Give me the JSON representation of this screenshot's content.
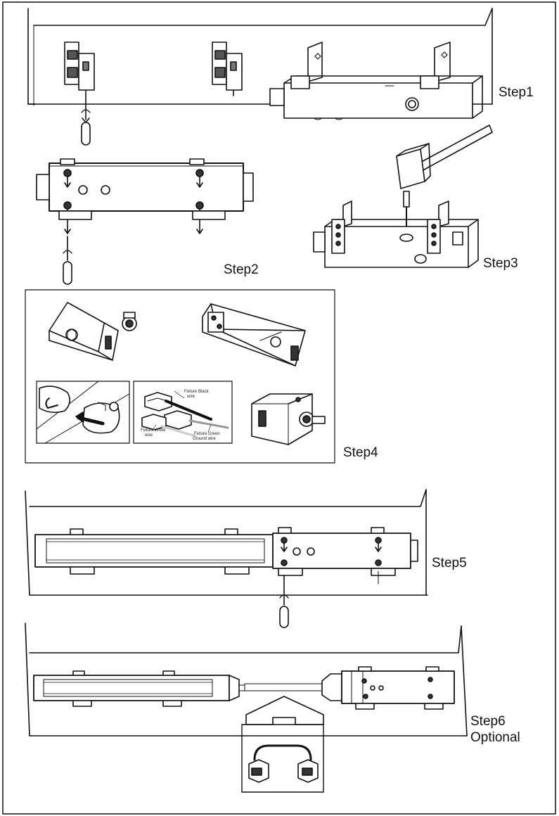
{
  "steps": {
    "step1": "Step1",
    "step2": "Step2",
    "step3": "Step3",
    "step4": "Step4",
    "step5": "Step5",
    "step6_line1": "Step6",
    "step6_line2": "Optional"
  },
  "wire_labels": {
    "black_line1": "Fixture Black",
    "black_line2": "wire",
    "white_line1": "Fixture White",
    "white_line2": "wire",
    "green_line1": "Fixture Green",
    "green_line2": "Ground wire"
  },
  "colors": {
    "ink": "#111111",
    "paper": "#ffffff",
    "shade": "#cfcfcf"
  }
}
